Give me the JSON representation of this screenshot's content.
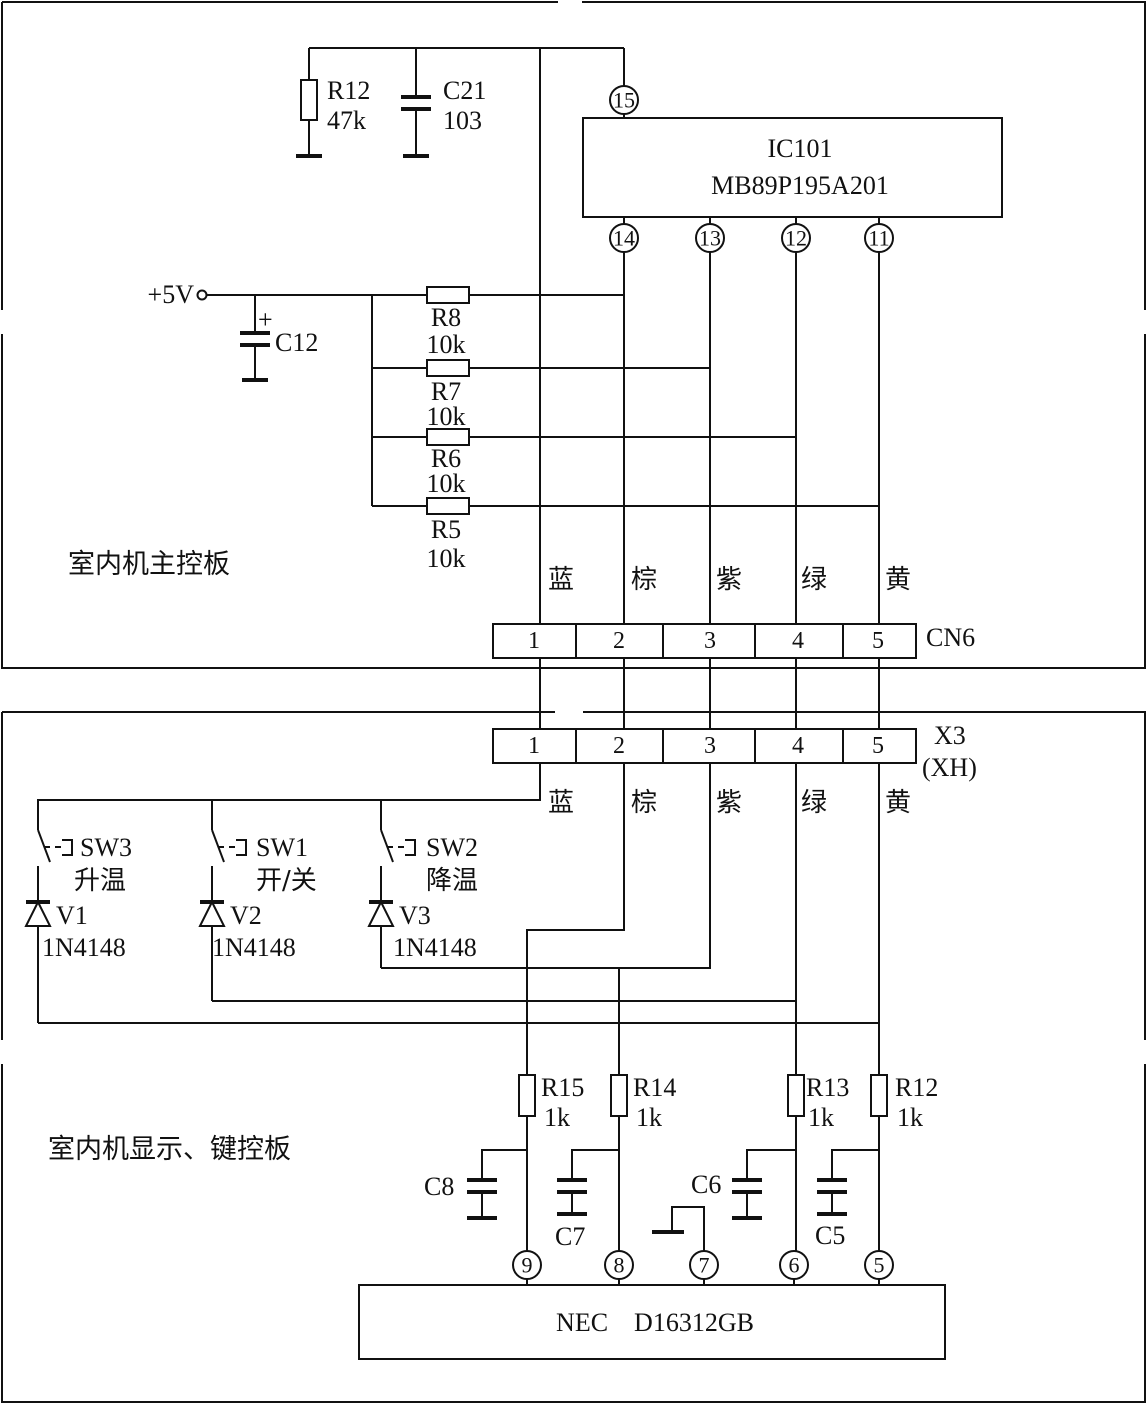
{
  "main_board": {
    "title": "室内机主控板",
    "ic": {
      "name": "IC101",
      "part": "MB89P195A201",
      "pins": [
        "15",
        "14",
        "13",
        "12",
        "11"
      ]
    },
    "resistor_r12": {
      "name": "R12",
      "value": "47k"
    },
    "capacitor_c21": {
      "name": "C21",
      "value": "103"
    },
    "supply": {
      "label": "+5V"
    },
    "capacitor_c12": {
      "name": "C12",
      "polarity": "+"
    },
    "pullups": [
      {
        "name": "R8",
        "value": "10k"
      },
      {
        "name": "R7",
        "value": "10k"
      },
      {
        "name": "R6",
        "value": "10k"
      },
      {
        "name": "R5",
        "value": "10k"
      }
    ],
    "wire_colors": [
      "蓝",
      "棕",
      "紫",
      "绿",
      "黄"
    ],
    "connector": {
      "name": "CN6",
      "pins": [
        "1",
        "2",
        "3",
        "4",
        "5"
      ]
    }
  },
  "display_board": {
    "title": "室内机显示、键控板",
    "connector": {
      "name": "X3",
      "type": "(XH)",
      "pins": [
        "1",
        "2",
        "3",
        "4",
        "5"
      ]
    },
    "wire_colors": [
      "蓝",
      "棕",
      "紫",
      "绿",
      "黄"
    ],
    "switches": [
      {
        "name": "SW3",
        "function": "升温"
      },
      {
        "name": "SW1",
        "function": "开/关"
      },
      {
        "name": "SW2",
        "function": "降温"
      }
    ],
    "diodes": [
      {
        "name": "V1",
        "part": "1N4148"
      },
      {
        "name": "V2",
        "part": "1N4148"
      },
      {
        "name": "V3",
        "part": "1N4148"
      }
    ],
    "resistors": [
      {
        "name": "R15",
        "value": "1k"
      },
      {
        "name": "R14",
        "value": "1k"
      },
      {
        "name": "R13",
        "value": "1k"
      },
      {
        "name": "R12",
        "value": "1k"
      }
    ],
    "capacitors": [
      "C8",
      "C7",
      "C6",
      "C5"
    ],
    "ic": {
      "part": "NEC　D16312GB",
      "pins": [
        "9",
        "8",
        "7",
        "6",
        "5"
      ]
    }
  }
}
